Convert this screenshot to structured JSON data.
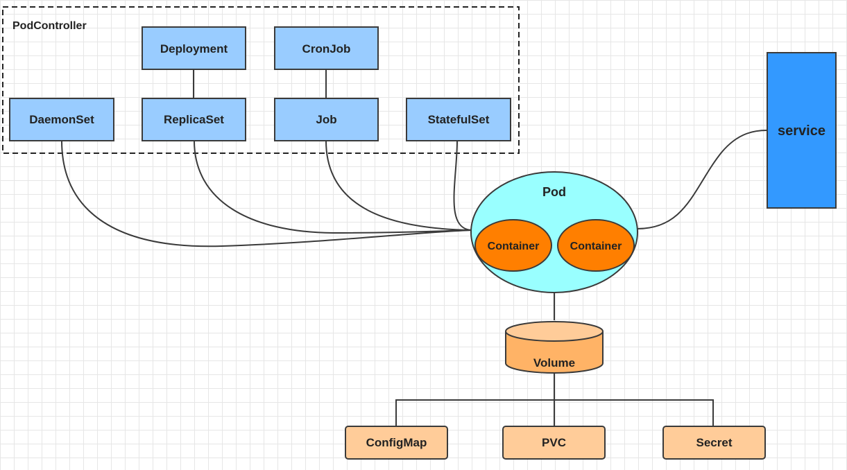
{
  "group": {
    "label": "PodController"
  },
  "nodes": {
    "deployment": "Deployment",
    "cronjob": "CronJob",
    "daemonset": "DaemonSet",
    "replicaset": "ReplicaSet",
    "job": "Job",
    "statefulset": "StatefulSet",
    "pod": "Pod",
    "container_1": "Container",
    "container_2": "Container",
    "service": "service",
    "volume": "Volume",
    "configmap": "ConfigMap",
    "pvc": "PVC",
    "secret": "Secret"
  },
  "colors": {
    "controller_fill": "#99ccff",
    "controller_stroke": "#3a3a3a",
    "pod_fill": "#99ffff",
    "container_fill": "#ff7f00",
    "service_fill": "#3399ff",
    "storage_fill": "#ffcc99",
    "volume_fill": "#ffb366"
  }
}
